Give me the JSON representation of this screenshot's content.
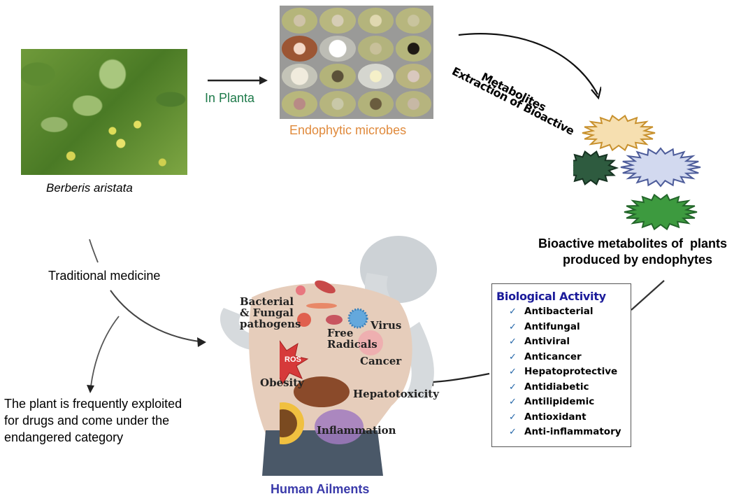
{
  "plant": {
    "name": "Berberis aristata",
    "image_icon": "plant-photo"
  },
  "arrows": {
    "in_planta": "In Planta",
    "extraction": [
      "Extraction of Bioactive",
      "Metabolites"
    ]
  },
  "endophytes": {
    "label": "Endophytic microbes",
    "plates": [
      {
        "medium": "#b5b57a",
        "colony": "#cfc3a8"
      },
      {
        "medium": "#b8b77f",
        "colony": "#d6cdb5"
      },
      {
        "medium": "#b4b47c",
        "colony": "#e0d8b0"
      },
      {
        "medium": "#b7b67e",
        "colony": "#c9c49e"
      },
      {
        "medium": "#9c5634",
        "colony": "#f4d8c7"
      },
      {
        "medium": "#bdbdb5",
        "colony": "#ffffff"
      },
      {
        "medium": "#b3b37d",
        "colony": "#c8c09a"
      },
      {
        "medium": "#b5b67c",
        "colony": "#1e1a14"
      },
      {
        "medium": "#c4c4b8",
        "colony": "#f0ebdd"
      },
      {
        "medium": "#b3b37a",
        "colony": "#5b5139"
      },
      {
        "medium": "#d5d6cf",
        "colony": "#f5f0c8"
      },
      {
        "medium": "#b9b47f",
        "colony": "#d9c8be"
      },
      {
        "medium": "#b8b77c",
        "colony": "#b88a86"
      },
      {
        "medium": "#b6b57e",
        "colony": "#c9c8a8"
      },
      {
        "medium": "#b2b27a",
        "colony": "#6a5c3e"
      },
      {
        "medium": "#b6b47e",
        "colony": "#c7b8a5"
      }
    ]
  },
  "metabolites": {
    "label_line1": "Bioactive metabolites of  plants",
    "label_line2": "produced by endophytes",
    "shapes": [
      {
        "fill": "#f6dfb0",
        "stroke": "#c8912e"
      },
      {
        "fill": "#2e5b3f",
        "stroke": "#163221"
      },
      {
        "fill": "#d2d9ef",
        "stroke": "#4d5c9a"
      },
      {
        "fill": "#3d9a3f",
        "stroke": "#23662a"
      }
    ]
  },
  "biological_activity": {
    "title": "Biological Activity",
    "items": [
      "Antibacterial",
      "Antifungal",
      "Antiviral",
      "Anticancer",
      "Hepatoprotective",
      "Antidiabetic",
      "Antilipidemic",
      "Antioxidant",
      "Anti-inflammatory"
    ]
  },
  "traditional": {
    "label": "Traditional medicine",
    "note_line1": "The plant is frequently exploited",
    "note_line2": "for drugs and come under the",
    "note_line3": "endangered category"
  },
  "ailments": {
    "title": "Human Ailments",
    "labels": {
      "bacterial_line1": "Bacterial",
      "bacterial_line2": "& Fungal",
      "bacterial_line3": "pathogens",
      "virus": "Virus",
      "free_line1": "Free",
      "free_line2": "Radicals",
      "cancer": "Cancer",
      "ros": "ROS",
      "obesity": "Obesity",
      "hepatotoxicity": "Hepatotoxicity",
      "inflammation": "Inflammation"
    }
  },
  "colors": {
    "in_planta": "#1e7a4a",
    "endophytic": "#e08a3c",
    "bio_title": "#1b1b9a",
    "check": "#2466a8",
    "human_ailments": "#3a3aaa"
  }
}
